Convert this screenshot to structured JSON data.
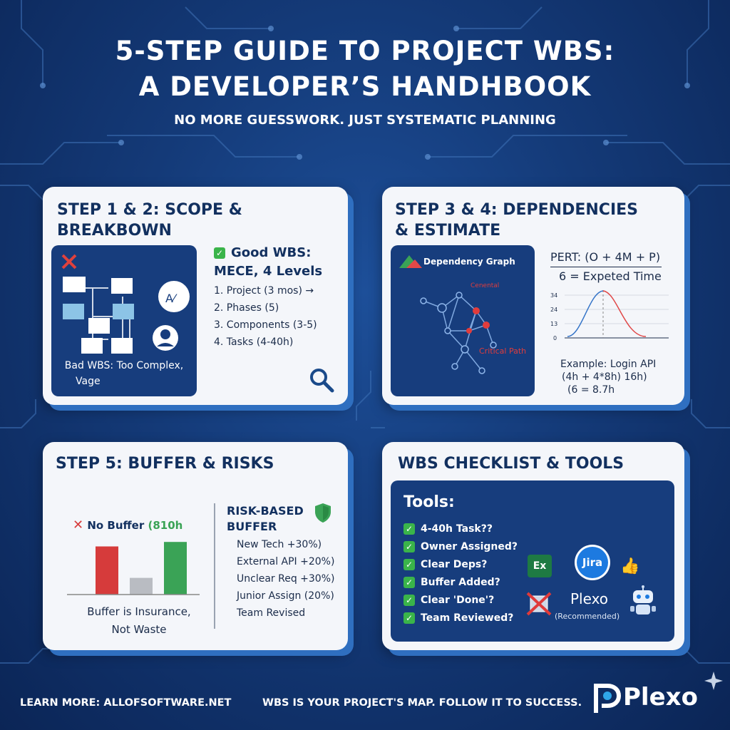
{
  "header": {
    "title_line1": "5-STEP GUIDE TO PROJECT WBS:",
    "title_line2": "A DEVELOPER’S HANDHBOOK",
    "subtitle": "NO MORE GUESSWORK. JUST SYSTEMATIC PLANNING"
  },
  "card1": {
    "title_line1": "STEP 1 & 2: SCOPE &",
    "title_line2": "BREAKBOWN",
    "bad_caption_line1": "Bad WBS: Too Complex,",
    "bad_caption_line2": "Vage",
    "good_heading_line1": "Good WBS:",
    "good_heading_line2": "MECE, 4 Levels",
    "levels": [
      "1. Project (3 mos) →",
      "2. Phases (5)",
      "3. Components (3-5)",
      "4. Tasks (4-40h)"
    ]
  },
  "card2": {
    "title_line1": "STEP 3 & 4: DEPENDENCIES",
    "title_line2": "& ESTIMATE",
    "graph_title": "Dependency Graph",
    "node_label": "Cenental",
    "critical_path_label": "Critical Path",
    "pert_line1": "PERT: (O + 4M + P)",
    "pert_line2": "6 = Expeted Time",
    "curve_ticks": [
      "34",
      "24",
      "13",
      "0"
    ],
    "example_line1": "Example: Login API",
    "example_line2": "(4h + 4*8h)  16h)",
    "example_line3": "(6 = 8.7h"
  },
  "card3": {
    "title": "STEP 5: BUFFER & RISKS",
    "no_buffer_label": "No Buffer",
    "no_buffer_value": "(810h",
    "bars": [
      {
        "label": "no-buffer",
        "value": 0.75,
        "color": "#d63b3b"
      },
      {
        "label": "buffer",
        "value": 0.26,
        "color": "#b9bcc2"
      },
      {
        "label": "risk-based",
        "value": 0.82,
        "color": "#3aa356"
      }
    ],
    "caption_line1": "Buffer is Insurance,",
    "caption_line2": "Not Waste",
    "risk_heading_line1": "RISK-BASED",
    "risk_heading_line2": "BUFFER",
    "risks": [
      "New Tech +30%)",
      "External API +20%)",
      "Unclear Req +30%)",
      "Junior Assign (20%)",
      "Team Revised"
    ]
  },
  "card4": {
    "title": "WBS CHECKLIST & TOOLS",
    "tools_heading": "Tools:",
    "checklist": [
      "4-40h Task??",
      "Owner Assigned?",
      "Clear Deps?",
      "Buffer Added?",
      "Clear 'Done'?",
      "Team Reviewed?"
    ],
    "excel_label": "Ex",
    "jira_label": "Jira",
    "plexo_label": "Plexo",
    "recommended_label": "(Recommended)"
  },
  "footer": {
    "learn_more": "LEARN MORE: ALLOFSOFTWARE.NET",
    "tagline": "WBS IS YOUR PROJECT'S MAP. FOLLOW IT TO SUCCESS.",
    "brand": "Plexo"
  },
  "colors": {
    "accent_blue": "#173d7d",
    "good_green": "#3ab44a",
    "bad_red": "#d63b3b",
    "jira_blue": "#1d7ae0"
  }
}
